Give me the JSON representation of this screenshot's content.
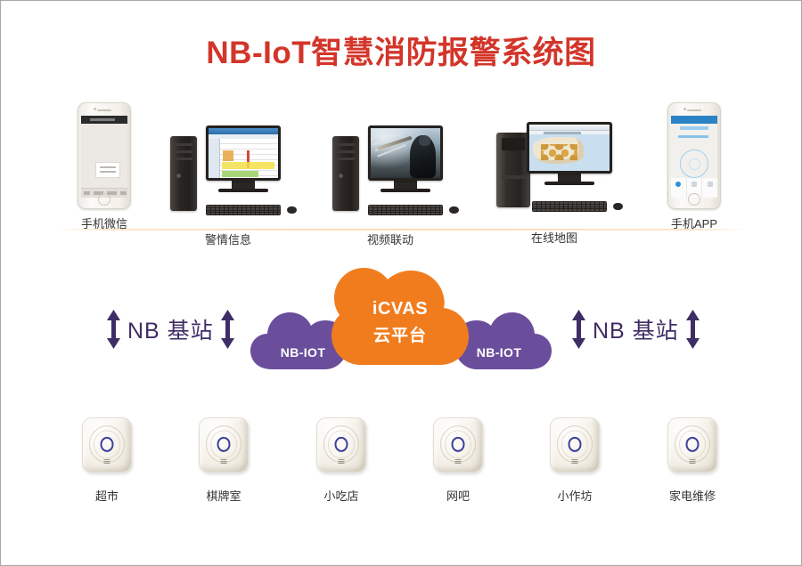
{
  "page": {
    "title": "NB-IoT智慧消防报警系统图",
    "title_color": "#d3352a",
    "background": "#ffffff"
  },
  "top_row": {
    "items": [
      {
        "label": "手机微信",
        "device": "smartphone-wechat"
      },
      {
        "label": "警情信息",
        "device": "desktop-computer"
      },
      {
        "label": "视频联动",
        "device": "desktop-computer"
      },
      {
        "label": "在线地图",
        "device": "desktop-computer"
      },
      {
        "label": "手机APP",
        "device": "smartphone-app"
      }
    ]
  },
  "network": {
    "left_station": "NB 基站",
    "right_station": "NB 基站",
    "station_color": "#3f2d66",
    "cloud": {
      "name_line1": "iCVAS",
      "name_line2": "云平台",
      "color": "#f07c1e"
    },
    "sub_clouds": [
      {
        "label": "NB-IOT",
        "color": "#6a4e9c"
      },
      {
        "label": "NB-IOT",
        "color": "#6a4e9c"
      }
    ]
  },
  "sensor_row": {
    "items": [
      {
        "label": "超市"
      },
      {
        "label": "棋牌室"
      },
      {
        "label": "小吃店"
      },
      {
        "label": "网吧"
      },
      {
        "label": "小作坊"
      },
      {
        "label": "家电维修"
      }
    ]
  }
}
